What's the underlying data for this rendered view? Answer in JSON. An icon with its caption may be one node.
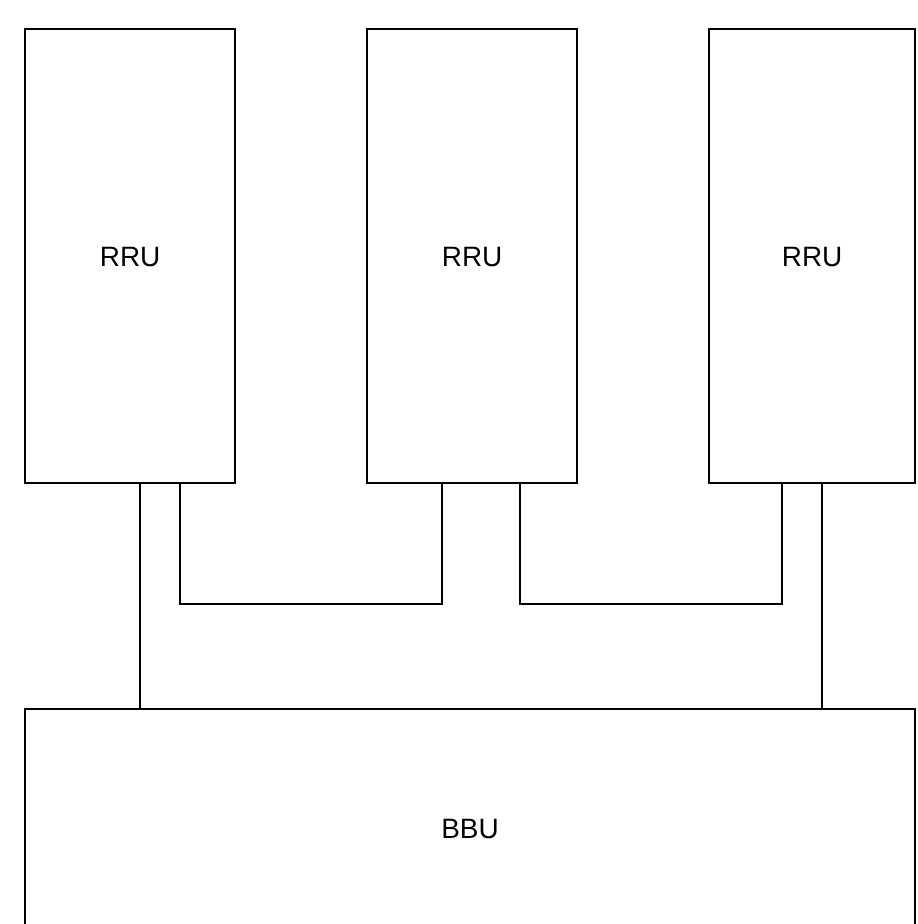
{
  "diagram": {
    "nodes": [
      {
        "text": [
          "RRU"
        ]
      },
      {
        "text": [
          "RRU"
        ]
      },
      {
        "text": [
          "RRU"
        ]
      },
      {
        "text": [
          "BBU"
        ]
      }
    ],
    "edges": [
      {
        "from": 0,
        "to": 3,
        "arrow": "none"
      },
      {
        "from": 0,
        "to": 1,
        "arrow": "none"
      },
      {
        "from": 1,
        "to": 2,
        "arrow": "none"
      },
      {
        "from": 2,
        "to": 3,
        "arrow": "none"
      }
    ]
  }
}
